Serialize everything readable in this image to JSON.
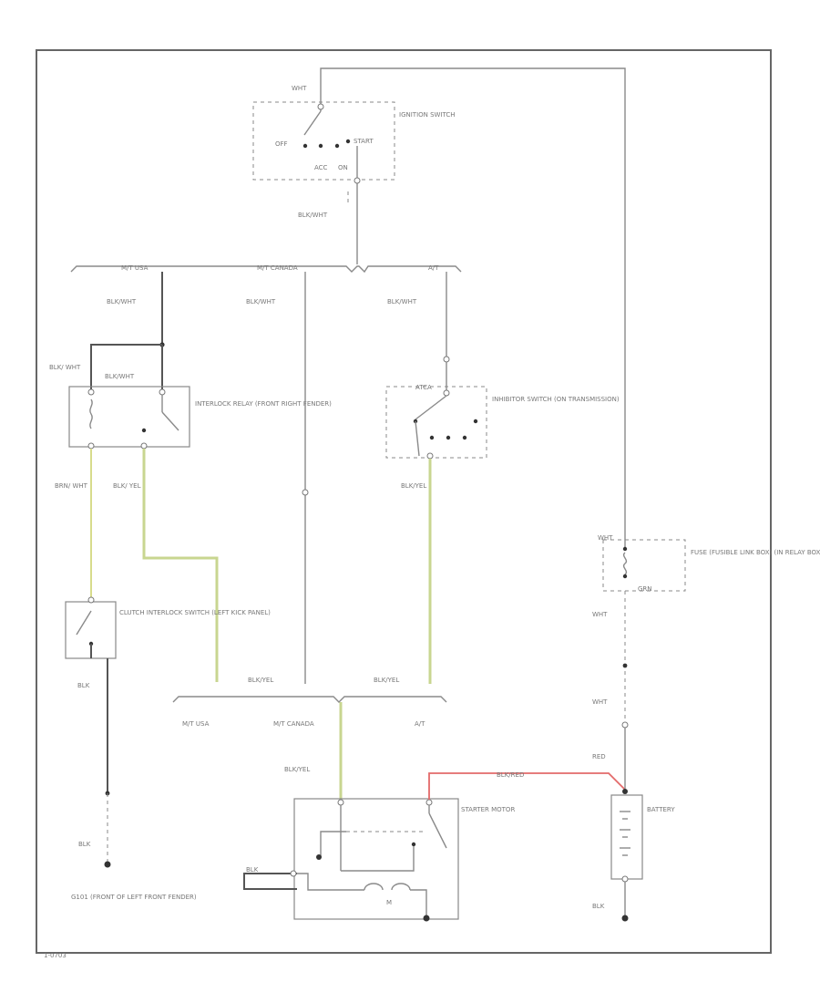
{
  "components": {
    "ignition_switch": {
      "name": "IGNITION SWITCH",
      "off": "OFF",
      "start": "START",
      "acc": "ACC",
      "on": "ON"
    },
    "interlock_relay": {
      "name": "INTERLOCK RELAY (FRONT RIGHT FENDER)"
    },
    "inhibitor_switch": {
      "name": "INHIBITOR SWITCH (ON TRANSMISSION)",
      "label": "ATCA"
    },
    "clutch_switch": {
      "name": "CLUTCH INTERLOCK SWITCH (LEFT KICK PANEL)"
    },
    "fuse": {
      "name": "FUSE (FUSIBLE LINK BOX) (IN RELAY BOX, RIGHT FRONT FENDER)"
    },
    "starter_motor": {
      "name": "STARTER MOTOR",
      "m": "M"
    },
    "battery": {
      "name": "BATTERY"
    },
    "ground": {
      "name": "G101 (FRONT OF LEFT FRONT FENDER)"
    }
  },
  "branches": {
    "top_mt_usa": "M/T USA",
    "top_mt_canada": "M/T CANADA",
    "top_at": "A/T",
    "bot_mt_usa": "M/T USA",
    "bot_mt_canada": "M/T CANADA",
    "bot_at": "A/T"
  },
  "wires": {
    "ign_in": "WHT",
    "ign_out": "BLK/WHT",
    "mt_usa_feed": "BLK/WHT",
    "mt_canada_feed": "BLK/WHT",
    "at_feed": "BLK/WHT",
    "relay_left_in": "BLK/ WHT",
    "relay_right_in": "BLK/WHT",
    "relay_out_left": "BRN/ WHT",
    "relay_out_right": "BLK/ YEL",
    "inhibitor_out": "BLK/YEL",
    "clutch_gnd": "BLK",
    "ground_wire": "BLK",
    "bus_mt_canada": "BLK/YEL",
    "bus_at": "BLK/YEL",
    "starter_feed": "BLK/YEL",
    "fuse_in": "WHT",
    "fuse_mid": "GRN",
    "fuse_out": "WHT",
    "batt_wire": "WHT",
    "batt_top": "RED",
    "batt_cable": "BLK/RED",
    "batt_bot": "BLK",
    "starter_bat": "BLK"
  },
  "footer_id": "1-0703"
}
